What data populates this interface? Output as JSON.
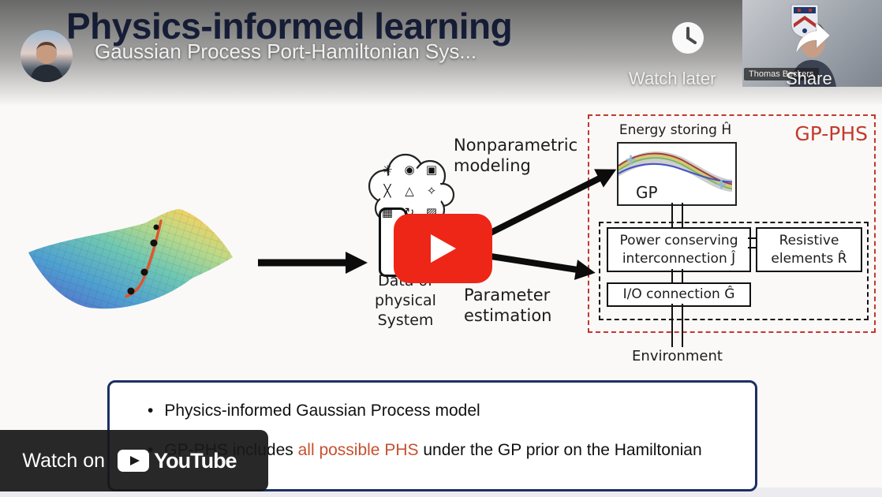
{
  "youtube": {
    "video_title": "Gaussian Process Port-Hamiltonian Sys...",
    "watch_later_label": "Watch later",
    "share_label": "Share",
    "watch_on_label": "Watch on",
    "brand": "YouTube",
    "webcam_name": "Thomas Beckers"
  },
  "slide": {
    "heading": "Physics-informed learning",
    "nonparametric_line1": "Nonparametric",
    "nonparametric_line2": "modeling",
    "parameter_line1": "Parameter",
    "parameter_line2": "estimation",
    "data_caption_line1": "Data of",
    "data_caption_line2": "physical",
    "data_caption_line3": "System",
    "cloud_symbols": [
      "✳",
      "◉",
      "▣",
      "╳",
      "△",
      "✧",
      "▦",
      "↻",
      "▨"
    ],
    "gpphs": {
      "label": "GP-PHS",
      "energy_label": "Energy storing Ĥ",
      "gp_label": "GP",
      "power_line1": "Power conserving",
      "power_line2": "interconnection Ĵ",
      "resistive_line1": "Resistive",
      "resistive_line2": "elements R̂",
      "io_label": "I/O connection Ĝ",
      "environment_label": "Environment"
    },
    "bullets": {
      "glyph": "•",
      "b1": "Physics-informed Gaussian Process model",
      "b2_pre": "GP-PHS includes ",
      "b2_highlight": "all possible PHS",
      "b2_post": " under the GP prior on the Hamiltonian"
    }
  },
  "colors": {
    "heading_navy": "#1b2a5a",
    "info_box_navy": "#1d2f63",
    "gpphs_red": "#c23b2a",
    "dashed_red": "#c0392b",
    "highlight_orange": "#c7502f",
    "youtube_red": "#ee2617"
  }
}
